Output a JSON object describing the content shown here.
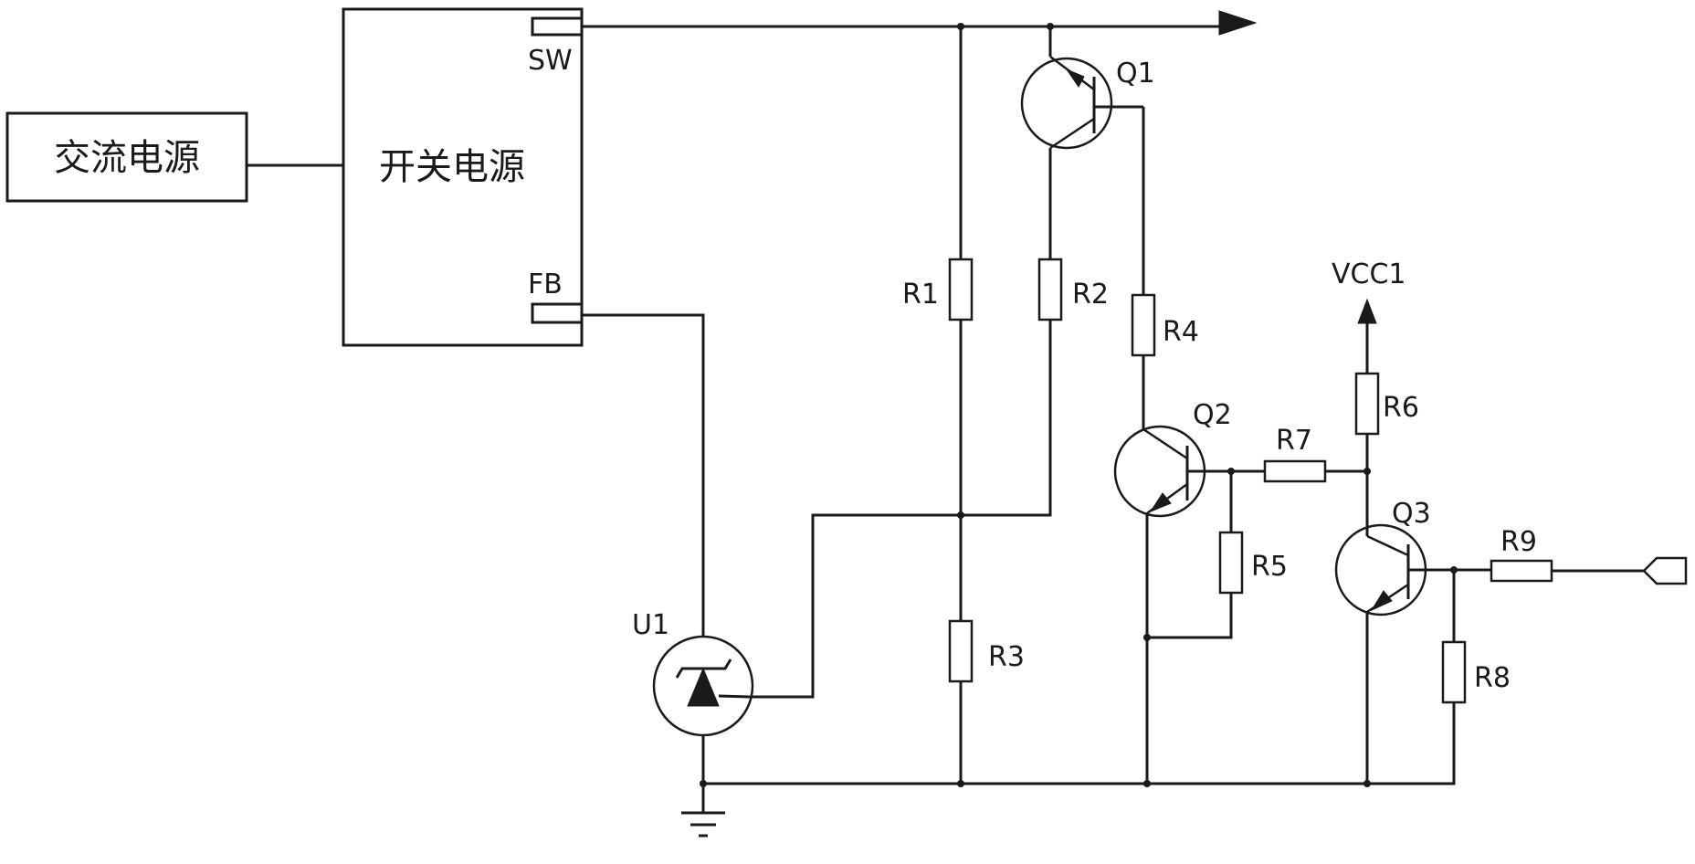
{
  "blocks": {
    "ac_source": "交流电源",
    "smps": "开关电源"
  },
  "pins": {
    "sw": "SW",
    "fb": "FB"
  },
  "labels": {
    "q1": "Q1",
    "q2": "Q2",
    "q3": "Q3",
    "u1": "U1",
    "r1": "R1",
    "r2": "R2",
    "r3": "R3",
    "r4": "R4",
    "r5": "R5",
    "r6": "R6",
    "r7": "R7",
    "r8": "R8",
    "r9": "R9",
    "vcc1": "VCC1"
  }
}
